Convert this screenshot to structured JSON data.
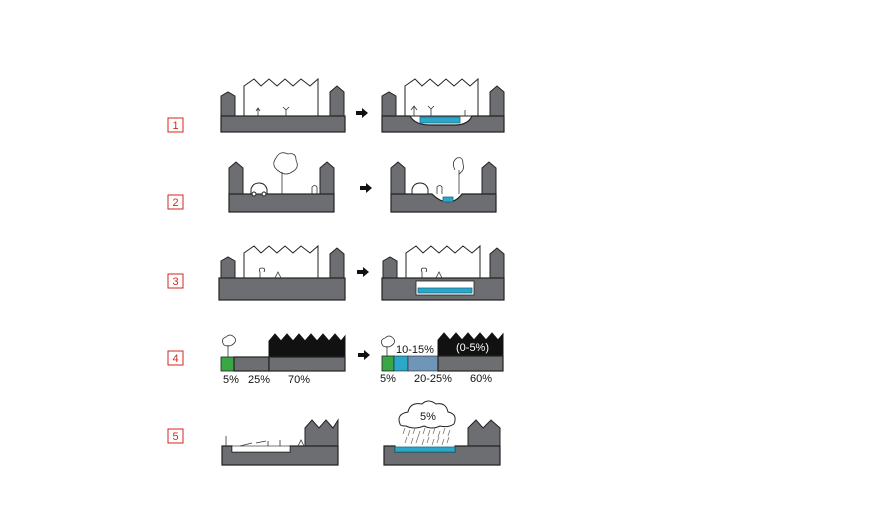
{
  "rows": [
    {
      "number": "1"
    },
    {
      "number": "2"
    },
    {
      "number": "3"
    },
    {
      "number": "4",
      "left_labels": [
        "5%",
        "25%",
        "70%"
      ],
      "right_labels": [
        "5%",
        "20-25%",
        "60%"
      ],
      "right_inner_labels": [
        "10-15%",
        "(0-5%)"
      ]
    },
    {
      "number": "5",
      "cloud_label": "5%"
    }
  ],
  "colors": {
    "accent_red": "#d9261c",
    "ground_gray": "#6d6e71",
    "water_blue": "#2aa7c9",
    "green": "#3aa745",
    "black_roof": "#111111"
  }
}
